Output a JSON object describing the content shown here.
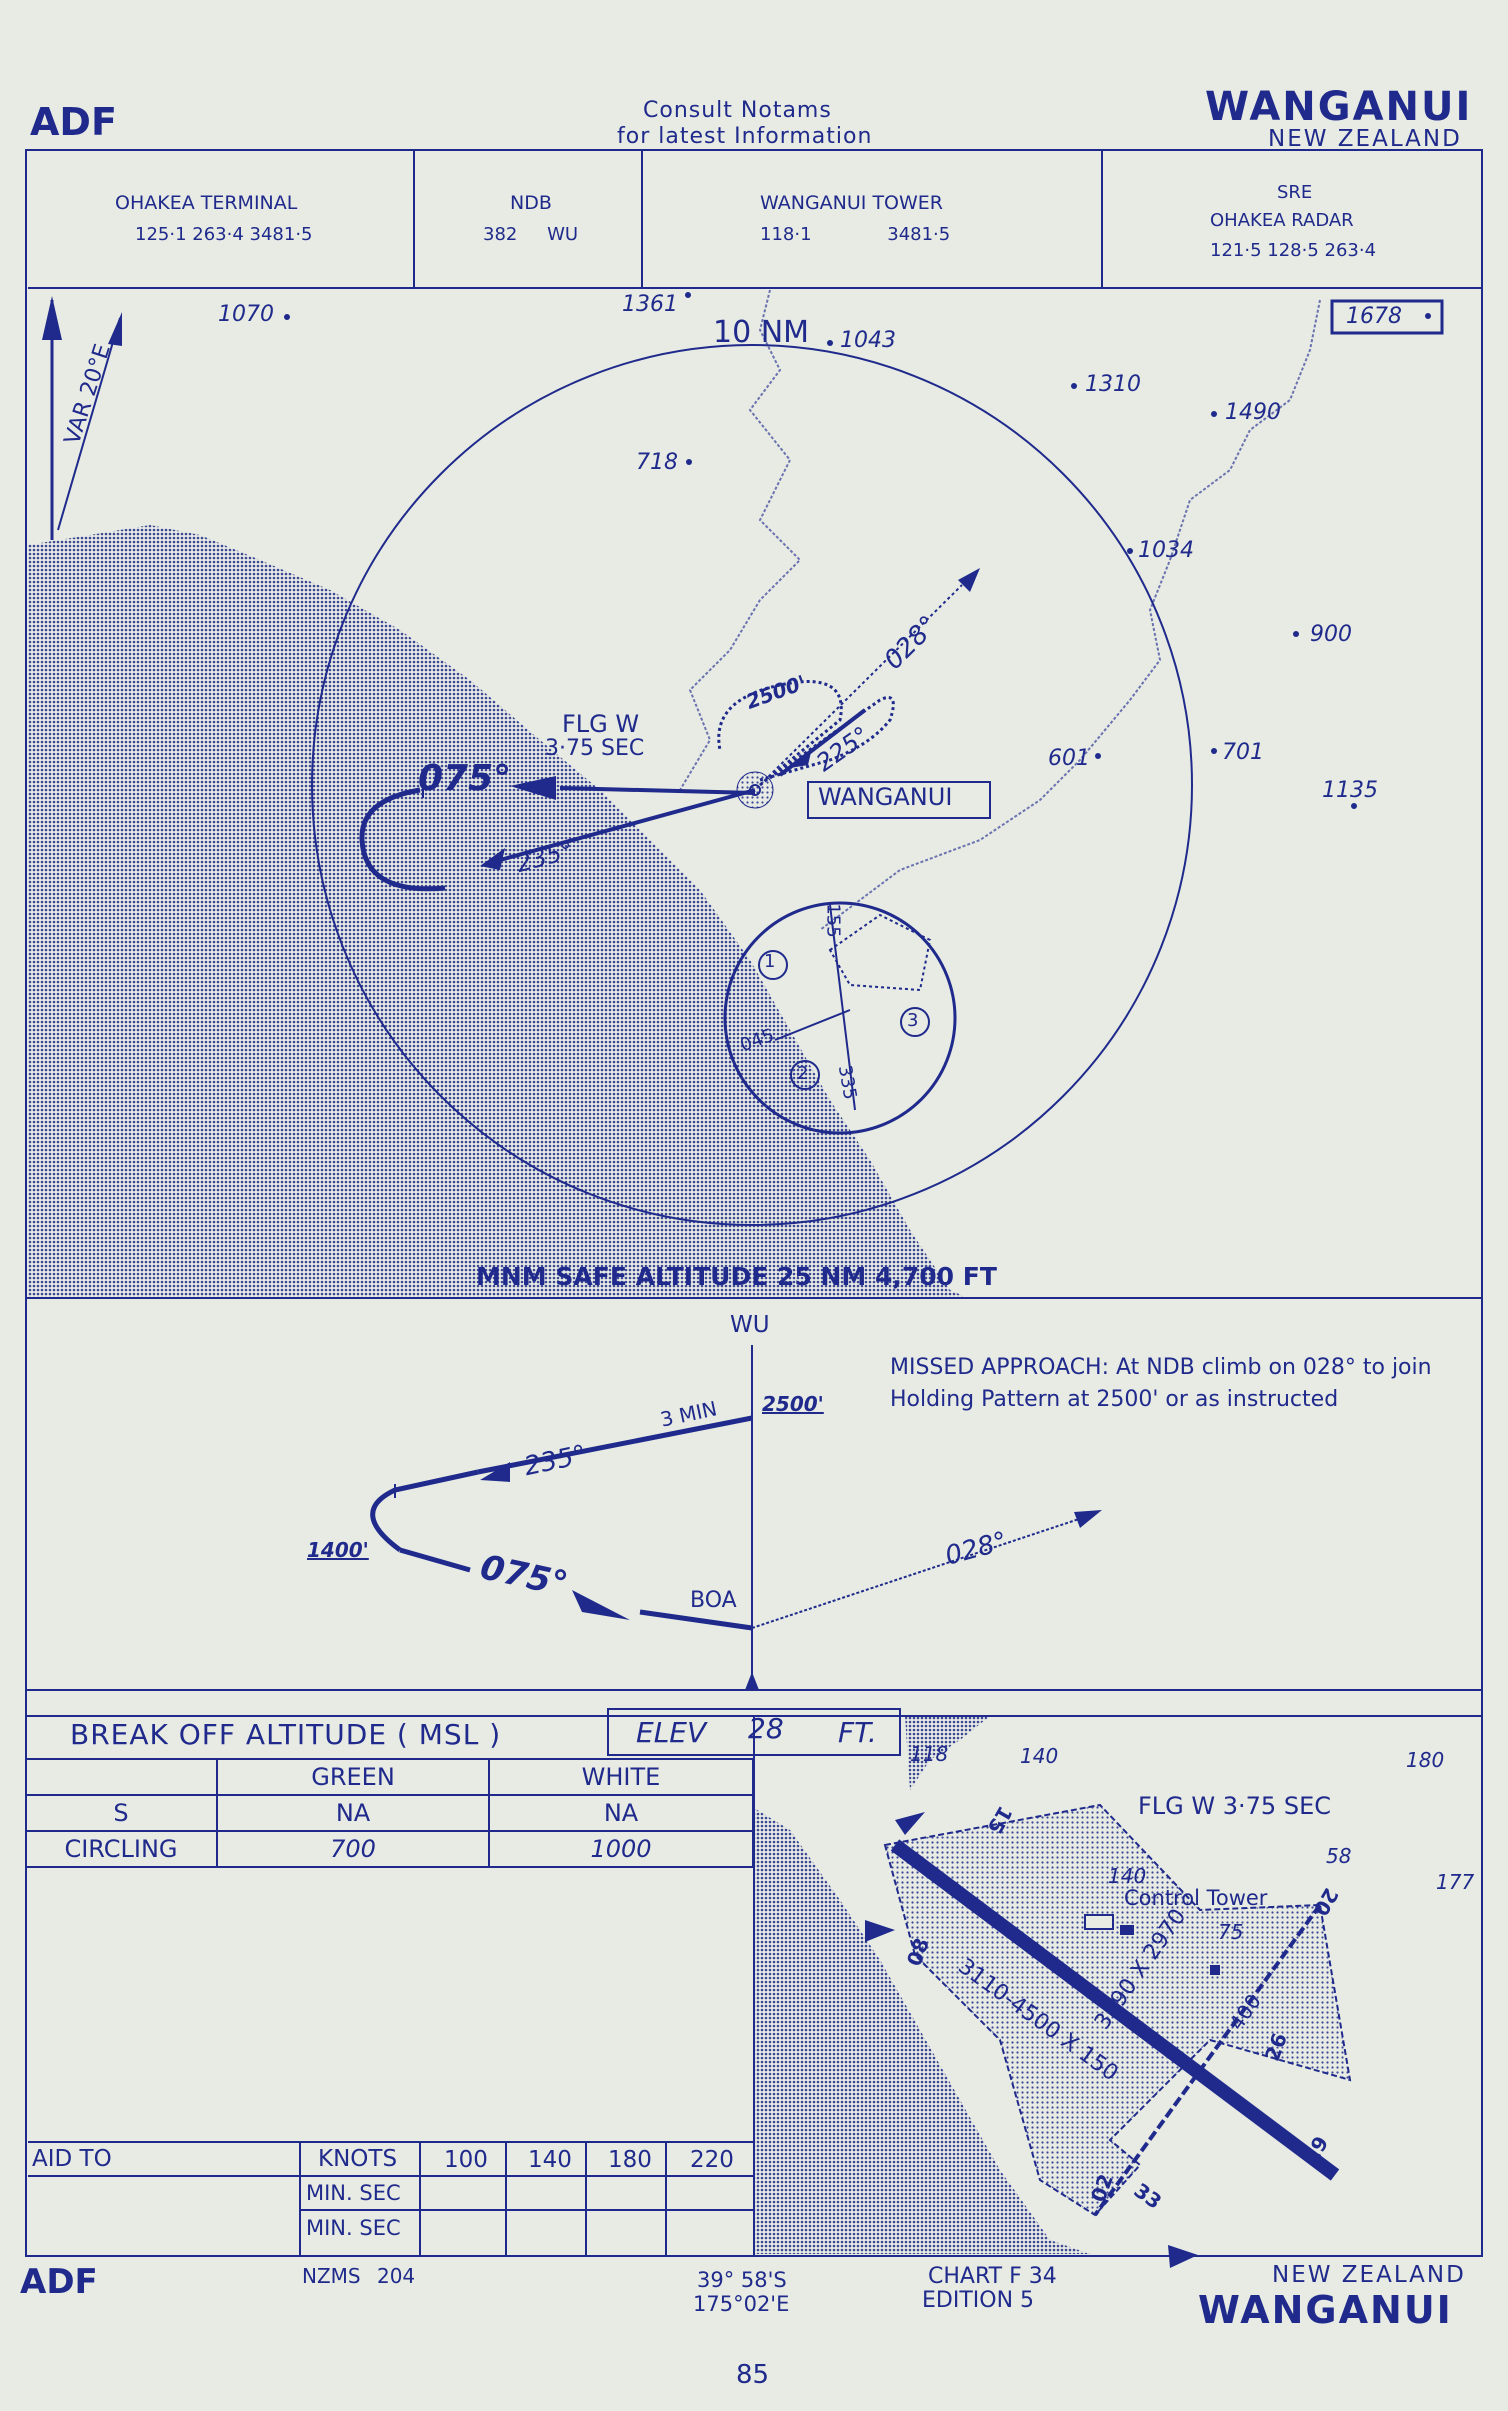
{
  "header": {
    "left_code": "ADF",
    "notams_line1": "Consult Notams",
    "notams_line2": "for latest Information",
    "airport": "WANGANUI",
    "country": "NEW ZEALAND"
  },
  "frequencies": [
    {
      "name": "OHAKEA TERMINAL",
      "values": "125·1 263·4 3481·5"
    },
    {
      "name": "NDB",
      "values": "382 WU"
    },
    {
      "name": "WANGANUI TOWER",
      "values": "118·1 3481·5"
    },
    {
      "name": "SRE",
      "name2": "OHAKEA RADAR",
      "values": "121·5 128·5 263·4"
    }
  ],
  "plan": {
    "variation": "VAR 20°E",
    "range_ring": "10 NM",
    "fix_label": "FLG W",
    "fix_timing": "3·75 SEC",
    "ndb_name": "WANGANUI",
    "inbound_course": "075°",
    "outbound_course": "235°",
    "missed_course": "028°",
    "hold_inbound": "225°",
    "hold_altitude": "2500'",
    "safe_altitude": "MNM SAFE ALTITUDE 25 NM 4,700 FT",
    "max_elevation_box": "1678",
    "sector_numbers": [
      "1",
      "2",
      "3"
    ],
    "sector_bearings": [
      "155",
      "045",
      "335"
    ],
    "spot_heights": [
      "1070",
      "1361",
      "1043",
      "1310",
      "1490",
      "718",
      "1034",
      "900",
      "601",
      "701",
      "1135"
    ]
  },
  "profile": {
    "station": "WU",
    "missed_approach": "MISSED APPROACH: At NDB climb on 028° to join Holding Pattern at 2500' or as instructed",
    "leg_time": "3 MIN",
    "initial_alt": "2500'",
    "turn_alt": "1400'",
    "outbound": "235°",
    "inbound": "075°",
    "boa_label": "BOA",
    "missed": "028°"
  },
  "minima": {
    "title": "BREAK OFF ALTITUDE ( MSL )",
    "elev_label": "ELEV",
    "elev_value": "28",
    "elev_unit": "FT.",
    "columns": [
      "GREEN",
      "WHITE"
    ],
    "rows": [
      {
        "label": "S",
        "green": "NA",
        "white": "NA"
      },
      {
        "label": "CIRCLING",
        "green": "700",
        "white": "1000"
      }
    ]
  },
  "aid": {
    "label": "AID TO",
    "knots_label": "KNOTS",
    "speeds": [
      "100",
      "140",
      "180",
      "220"
    ],
    "row_label": "MIN. SEC"
  },
  "aerodrome": {
    "fix": "FLG W 3·75 SEC",
    "tower": "Control Tower",
    "heights": [
      "118",
      "140",
      "180",
      "140",
      "58",
      "177",
      "75"
    ],
    "runway_main": "3110-4500 X 150",
    "runway_cross": "3190 X 2970",
    "cross_width": "400",
    "runways": [
      "08",
      "26",
      "02",
      "33",
      "29",
      "15",
      "20"
    ]
  },
  "footer": {
    "left_code": "ADF",
    "map_series": "NZMS 204",
    "lat": "39° 58'S",
    "lon": "175°02'E",
    "chart": "CHART F 34",
    "edition": "EDITION 5",
    "country": "NEW ZEALAND",
    "airport": "WANGANUI",
    "page": "85"
  },
  "colors": {
    "ink": "#1f2a8c",
    "paper": "#e7ebe3",
    "land": "#9da3c8"
  }
}
